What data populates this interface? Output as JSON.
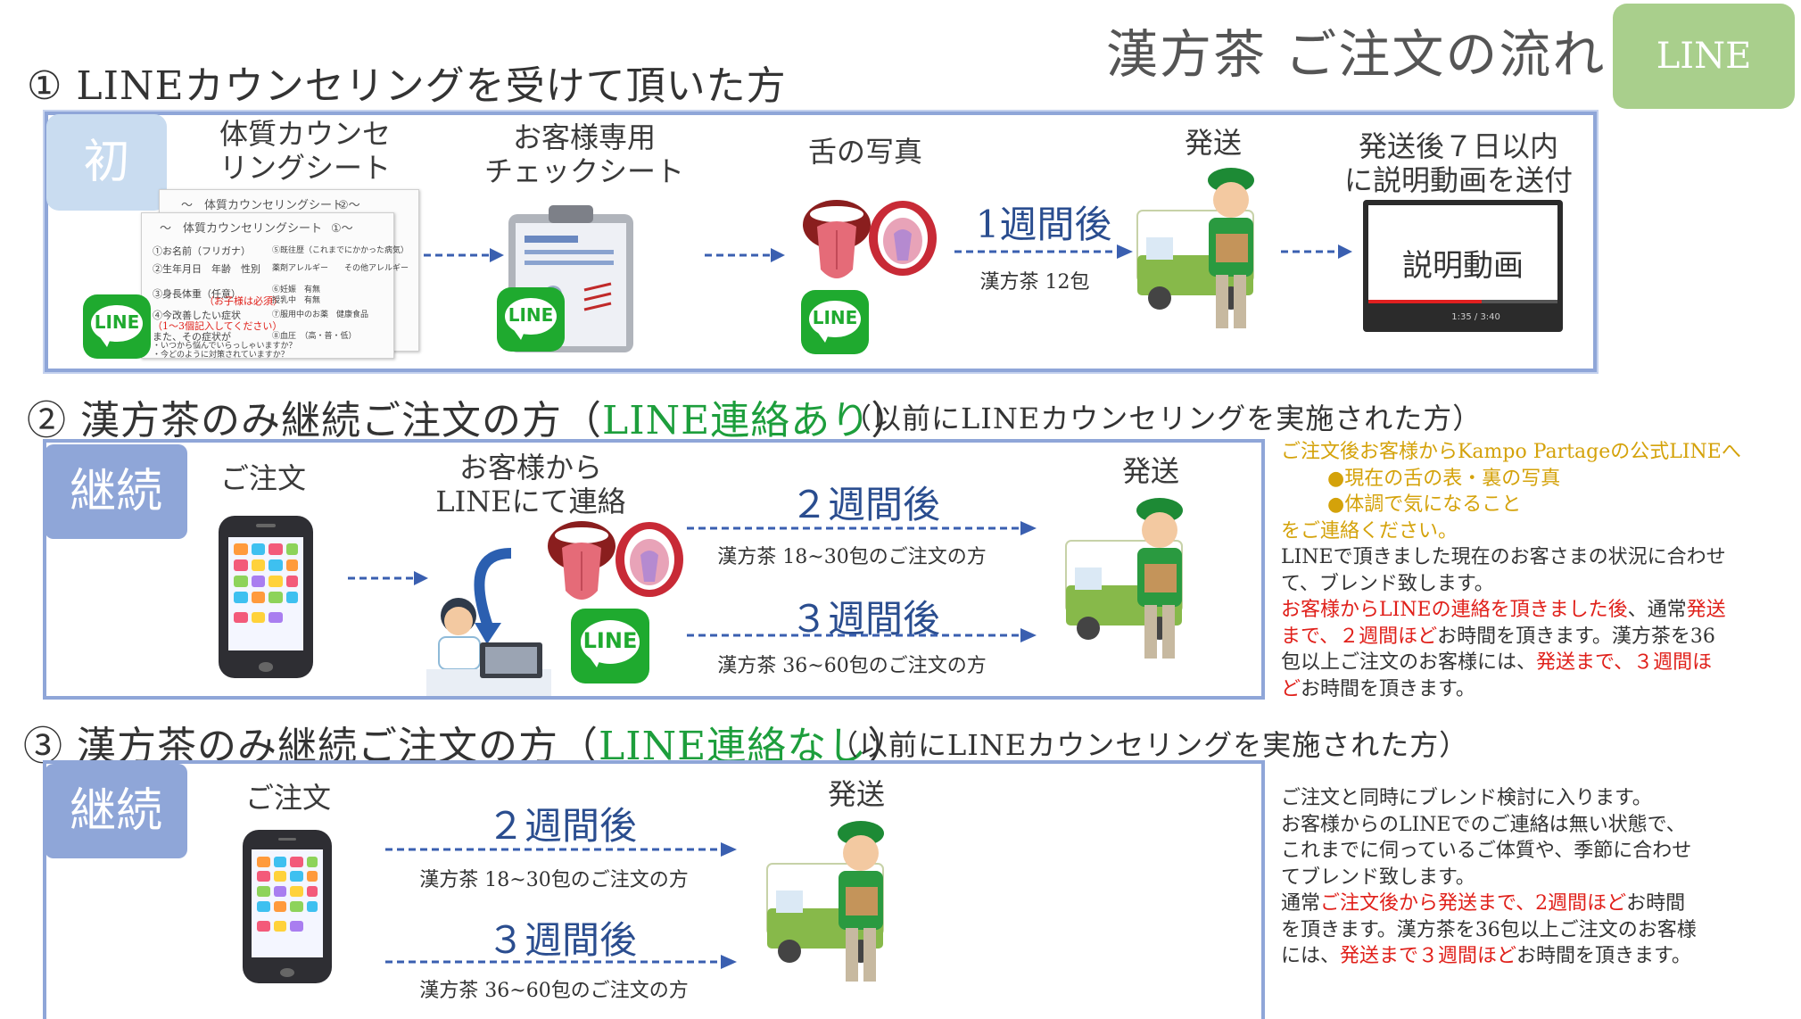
{
  "header": {
    "title": "漢方茶 ご注文の流れ",
    "line_badge": "LINE"
  },
  "section1": {
    "title": "① LINEカウンセリングを受けて頂いた方",
    "badge": "初",
    "steps": {
      "sheet_label_1": "体質カウンセ",
      "sheet_label_2": "リングシート",
      "check_label_1": "お客様専用",
      "check_label_2": "チェックシート",
      "tongue_label": "舌の写真",
      "week_label": "1週間後",
      "week_sub": "漢方茶 12包",
      "ship_label": "発送",
      "video_label_1": "発送後７日以内",
      "video_label_2": "に説明動画を送付",
      "video_text": "説明動画",
      "video_time": "1:35 / 3:40"
    },
    "sheet_front": {
      "title": "～　体質カウンセリングシート",
      "num": "①～",
      "rows": [
        "①お名前（フリガナ）",
        "②生年月日　年齢　性別",
        "③身長体重（任意）",
        "④今改善したい症状",
        "（1～3個記入してください）",
        "また、その症状が",
        "・いつから悩んでいらっしゃいますか？",
        "・今どのように対策されていますか？"
      ],
      "rows_right": [
        "⑤既往歴（これまでにかかった病気）",
        "薬剤アレルギー　　その他アレルギー",
        "⑥妊娠　有無",
        "授乳中　有無",
        "⑦服用中のお薬　健康食品",
        "⑧血圧　（高・普・低）"
      ],
      "red_note": "（お子様は必須）"
    },
    "sheet_back": {
      "title": "～　体質カウンセリングシート",
      "num": "②～"
    }
  },
  "section2": {
    "title_prefix": "② 漢方茶のみ継続ご注文の方（",
    "title_green": "LINE連絡あり",
    "title_suffix": "）",
    "title_paren": "（以前にLINEカウンセリングを実施された方）",
    "badge": "継続",
    "order_label": "ご注文",
    "contact_label_1": "お客様から",
    "contact_label_2": "LINEにて連絡",
    "week2_label": "２週間後",
    "week2_sub": "漢方茶 18~30包のご注文の方",
    "week3_label": "３週間後",
    "week3_sub": "漢方茶 36~60包のご注文の方",
    "ship_label": "発送",
    "note": {
      "l1": "ご注文後お客様からKampo Partageの公式LINEへ",
      "l2": "●現在の舌の表・裏の写真",
      "l3": "●体調で気になること",
      "l4": "をご連絡ください。",
      "l5": "LINEで頂きました現在のお客さまの状況に合わせ",
      "l6": "て、ブレンド致します。",
      "l7a": "お客様からLINEの連絡を頂きました後",
      "l7b": "、通常",
      "l7c": "発送",
      "l8a": "まで、２週間ほど",
      "l8b": "お時間を頂きます。漢方茶を36",
      "l9a": "包以上ご注文のお客様には、",
      "l9b": "発送まで、３週間ほ",
      "l10a": "ど",
      "l10b": "お時間を頂きます。"
    }
  },
  "section3": {
    "title_prefix": "③ 漢方茶のみ継続ご注文の方（",
    "title_green": "LINE連絡なし",
    "title_suffix": "）",
    "title_paren": "（以前にLINEカウンセリングを実施された方）",
    "badge": "継続",
    "order_label": "ご注文",
    "week2_label": "２週間後",
    "week2_sub": "漢方茶 18~30包のご注文の方",
    "week3_label": "３週間後",
    "week3_sub": "漢方茶 36~60包のご注文の方",
    "ship_label": "発送",
    "note": {
      "l1": "ご注文と同時にブレンド検討に入ります。",
      "l2": "お客様からのLINEでのご連絡は無い状態で、",
      "l3": "これまでに伺っているご体質や、季節に合わせ",
      "l4": "てブレンド致します。",
      "l5a": "通常",
      "l5b": "ご注文後から発送まで、2週間ほど",
      "l5c": "お時間",
      "l6": "を頂きます。漢方茶を36包以上ご注文のお客様",
      "l7a": "には、",
      "l7b": "発送まで３週間ほど",
      "l7c": "お時間を頂きます。"
    }
  },
  "logo_text": "LINE",
  "colors": {
    "frame": "#8fa6d8",
    "badge_blue": "#8fa6d8",
    "badge_light": "#c9dcf0",
    "line_badge": "#a9cf8c",
    "green": "#1d9e3c",
    "red": "#e0201a",
    "orange": "#d4a20a",
    "arrow": "#3a5fb0"
  }
}
